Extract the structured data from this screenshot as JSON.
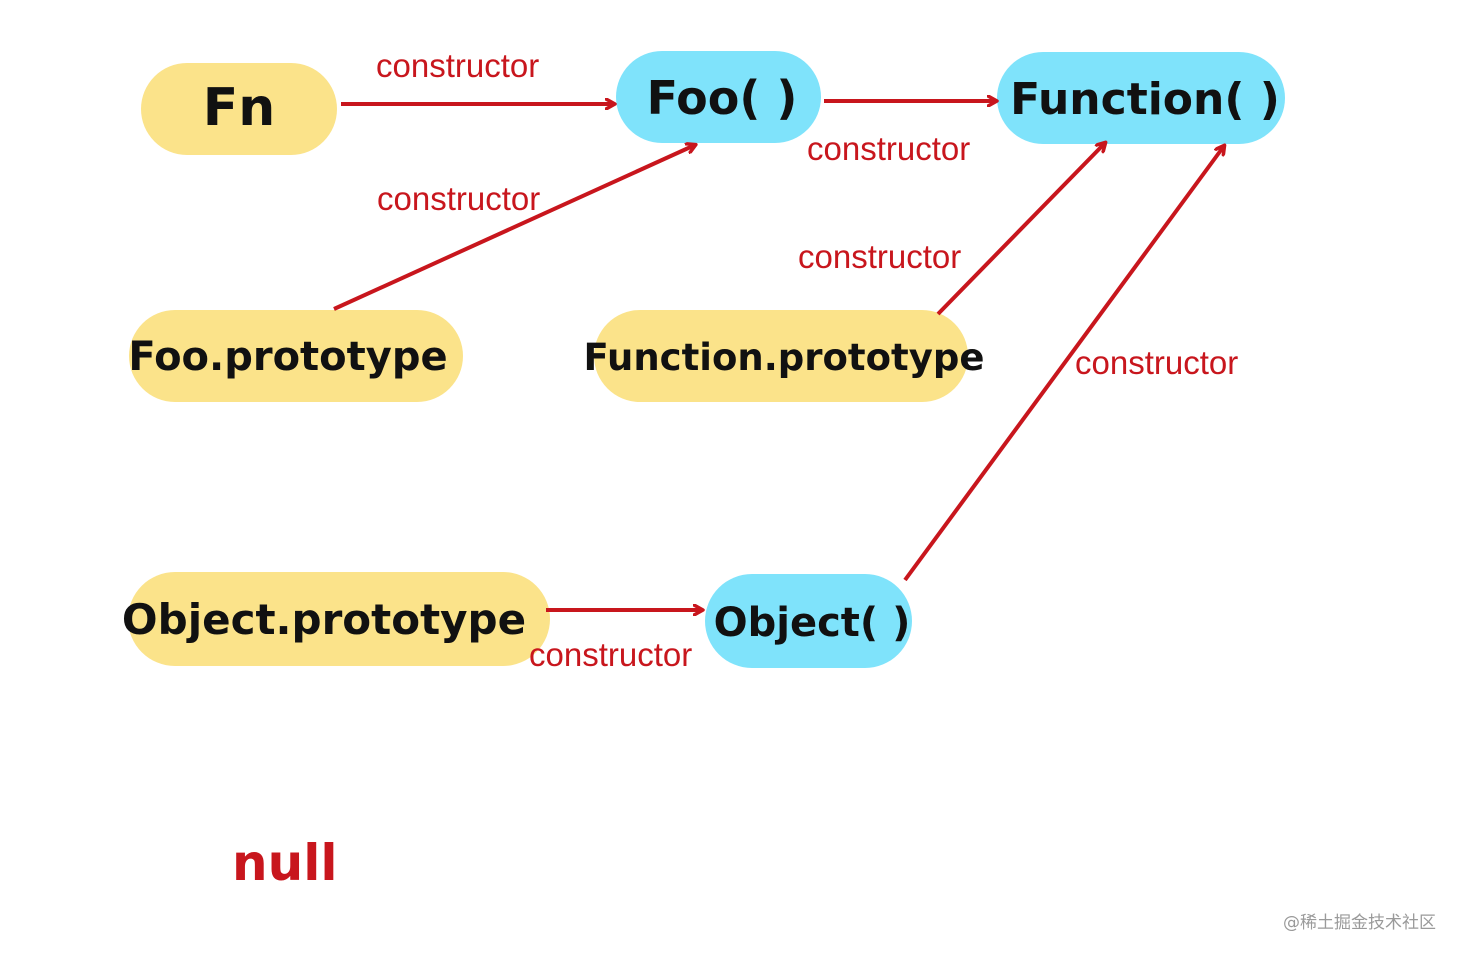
{
  "colors": {
    "prototype_fill": "#fbe38a",
    "constructor_fill": "#7fe3fb",
    "arrow": "#c8161d",
    "node_text": "#111111",
    "watermark": "#9a9a9a"
  },
  "nodes": {
    "fn": {
      "label": "Fn",
      "kind": "instance"
    },
    "foo": {
      "label": "Foo( )",
      "kind": "function"
    },
    "function": {
      "label": "Function( )",
      "kind": "function"
    },
    "foo_prototype": {
      "label": "Foo.prototype",
      "kind": "prototype"
    },
    "function_prototype": {
      "label": "Function.prototype",
      "kind": "prototype"
    },
    "object_prototype": {
      "label": "Object.prototype",
      "kind": "prototype"
    },
    "object": {
      "label": "Object( )",
      "kind": "function"
    },
    "null": {
      "label": "null"
    }
  },
  "edges": [
    {
      "from": "fn",
      "to": "foo",
      "label": "constructor"
    },
    {
      "from": "foo",
      "to": "function",
      "label": "constructor"
    },
    {
      "from": "foo_prototype",
      "to": "foo",
      "label": "constructor"
    },
    {
      "from": "function_prototype",
      "to": "function",
      "label": "constructor"
    },
    {
      "from": "object",
      "to": "function",
      "label": "constructor"
    },
    {
      "from": "object_prototype",
      "to": "object",
      "label": "constructor"
    }
  ],
  "watermark": "@稀土掘金技术社区"
}
